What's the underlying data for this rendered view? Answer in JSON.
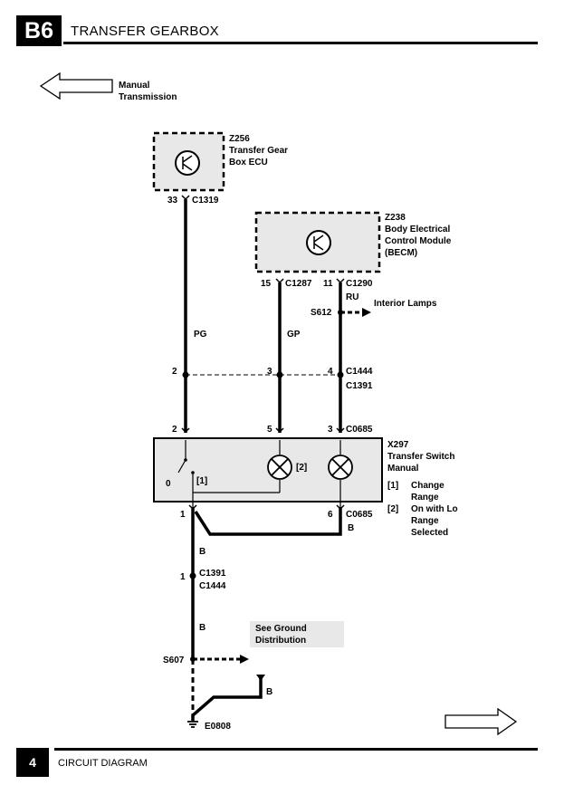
{
  "header": {
    "code": "B6",
    "title": "TRANSFER GEARBOX"
  },
  "footer": {
    "page": "4",
    "title": "CIRCUIT DIAGRAM"
  },
  "nav": {
    "prev_line1": "Manual",
    "prev_line2": "Transmission"
  },
  "z256": {
    "code": "Z256",
    "line1": "Transfer Gear",
    "line2": "Box ECU",
    "pin": "33",
    "connector": "C1319"
  },
  "z238": {
    "code": "Z238",
    "line1": "Body Electrical",
    "line2": "Control Module",
    "line3": "(BECM)",
    "pin_a": "15",
    "conn_a": "C1287",
    "pin_b": "11",
    "conn_b": "C1290"
  },
  "wires": {
    "pg": "PG",
    "gp": "GP",
    "ru": "RU",
    "b1": "B",
    "b2": "B",
    "b3": "B",
    "b4": "B"
  },
  "splices": {
    "s612": "S612",
    "s612_label": "Interior Lamps",
    "s607": "S607"
  },
  "connector_c1444": {
    "pin1": "2",
    "pin2": "3",
    "pin3": "4",
    "name_a": "C1444",
    "name_b": "C1391"
  },
  "connector_c0685": {
    "pin1": "2",
    "pin2": "5",
    "pin3": "3",
    "name": "C0685"
  },
  "x297": {
    "code": "X297",
    "line1": "Transfer Switch",
    "line2": "Manual",
    "switch_pos": "0",
    "ref1": "[1]",
    "ref2": "[2]",
    "pin_b1": "1",
    "pin_b2": "6",
    "bottom_conn": "C0685"
  },
  "notes": {
    "n1_ref": "[1]",
    "n1_l1": "Change",
    "n1_l2": "Range",
    "n2_ref": "[2]",
    "n2_l1": "On with Lo",
    "n2_l2": "Range",
    "n2_l3": "Selected"
  },
  "inline_conn": {
    "pin": "1",
    "name_a": "C1391",
    "name_b": "C1444"
  },
  "ground": {
    "see_l1": "See Ground",
    "see_l2": "Distribution",
    "earth": "E0808"
  }
}
